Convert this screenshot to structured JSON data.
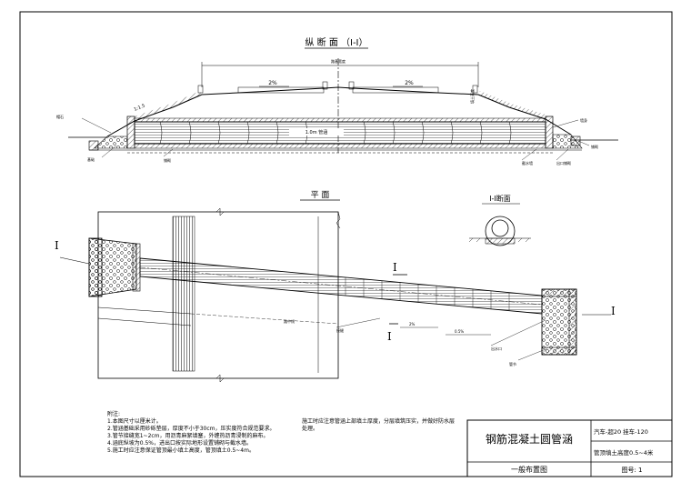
{
  "drawing": {
    "section_title": "纵 断 面 （Ⅰ-Ⅰ）",
    "plan_title": "平  面",
    "cross_section_title": "Ⅰ-Ⅰ断面",
    "slope_left": "2%",
    "slope_right": "2%",
    "cut_mark": "Ⅰ",
    "elevation_labels": {
      "subgrade_width": "路基宽度",
      "gradient": "1:1.5",
      "pipe_label": "1.0m 管涵",
      "left_wall": "帽石",
      "left_slope": "锥坡",
      "left_base": "铺砌",
      "left_footing": "基础",
      "right_wall": "墙身",
      "right_base": "铺砌",
      "right_cutoff": "截水墙",
      "right_apron": "出口铺砌",
      "fill_height": "填土高度"
    },
    "plan_labels": {
      "road_center": "路中线",
      "pipe_joint": "接缝",
      "gradient_note": "2%",
      "slope_note": "0.5%",
      "outlet_note": "出水口",
      "segment_note": "管节"
    }
  },
  "notes": {
    "header": "附注:",
    "lines": [
      "1.本图尺寸以厘米计。",
      "2.管涵基础采用砂砾垫层，厚度不小于30cm，压实度符合规范要求。",
      "3.管节接缝宽1~2cm，用沥青麻絮填塞，外缠热沥青浸制的麻布。",
      "4.涵底纵坡为0.5%，进出口按实际地形设置铺砌与截水墙。",
      "5.施工时应注意保证管顶最小填土高度，管顶填土0.5~4m。"
    ],
    "middle": "施工时应注意管涵上部填土厚度，分层填筑压实，并做好防水层处理。"
  },
  "title_block": {
    "drawing_name": "钢筋混凝土圆管涵",
    "sheet_name": "一般布置图",
    "load": "汽车-超20  挂车-120",
    "fill_height": "管顶填土高度0.5~4米",
    "sheet_number": "图号: 1"
  }
}
